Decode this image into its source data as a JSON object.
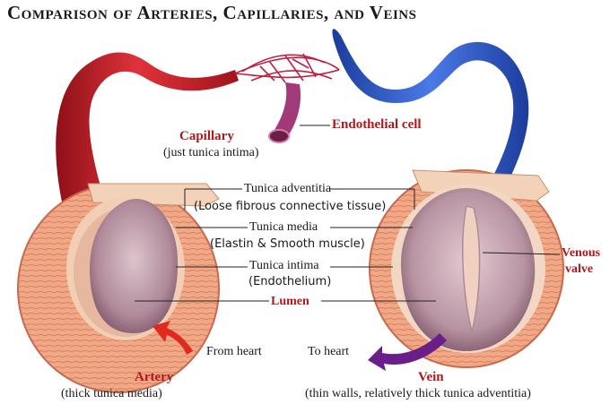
{
  "title": "Comparison of Arteries, Capillaries, and Veins",
  "labels": {
    "capillary": "Capillary",
    "capillary_note": "(just tunica intima)",
    "endothelial_cell": "Endothelial cell",
    "tunica_adventitia": "Tunica adventitia",
    "tunica_adventitia_note": "(Loose fibrous connective tissue)",
    "tunica_media": "Tunica media",
    "tunica_media_note": "(Elastin & Smooth muscle)",
    "tunica_intima": "Tunica intima",
    "tunica_intima_note": "(Endothelium)",
    "lumen": "Lumen",
    "venous_valve_1": "Venous",
    "venous_valve_2": "valve",
    "from_heart": "From heart",
    "to_heart": "To heart",
    "artery": "Artery",
    "artery_note": "(thick tunica media)",
    "vein": "Vein",
    "vein_note": "(thin walls, relatively thick tunica adventitia)"
  },
  "colors": {
    "artery_red": "#c8202a",
    "vein_blue": "#2f5fd0",
    "capillary_purple": "#a03a78",
    "label_red": "#b0181c",
    "arrow_red": "#e02a1e",
    "arrow_purple": "#6a1e8a"
  }
}
